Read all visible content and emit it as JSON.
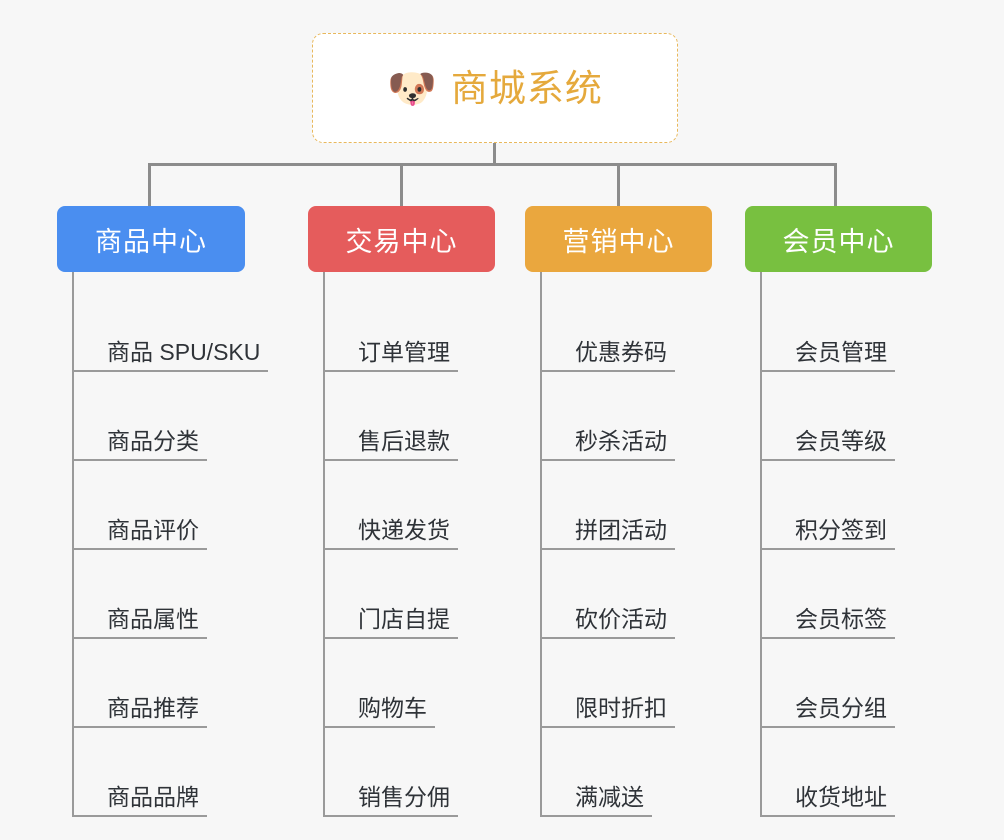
{
  "page": {
    "background_color": "#f7f7f7",
    "type": "mindmap"
  },
  "root": {
    "icon": "shiba-dog-face-emoji",
    "emoji": "🐶",
    "title": "商城系统",
    "title_color": "#e5a93c",
    "border_color": "#e8b85c",
    "background_color": "#ffffff"
  },
  "connector_color": "#8c8c8c",
  "columns": [
    {
      "id": "product-center",
      "title": "商品中心",
      "color": "#4a8ef0",
      "items": [
        "商品 SPU/SKU",
        "商品分类",
        "商品评价",
        "商品属性",
        "商品推荐",
        "商品品牌"
      ]
    },
    {
      "id": "trade-center",
      "title": "交易中心",
      "color": "#e55c5c",
      "items": [
        "订单管理",
        "售后退款",
        "快递发货",
        "门店自提",
        "购物车",
        "销售分佣"
      ]
    },
    {
      "id": "marketing-center",
      "title": "营销中心",
      "color": "#eaa73e",
      "items": [
        "优惠券码",
        "秒杀活动",
        "拼团活动",
        "砍价活动",
        "限时折扣",
        "满减送"
      ]
    },
    {
      "id": "member-center",
      "title": "会员中心",
      "color": "#78c040",
      "items": [
        "会员管理",
        "会员等级",
        "积分签到",
        "会员标签",
        "会员分组",
        "收货地址"
      ]
    }
  ]
}
